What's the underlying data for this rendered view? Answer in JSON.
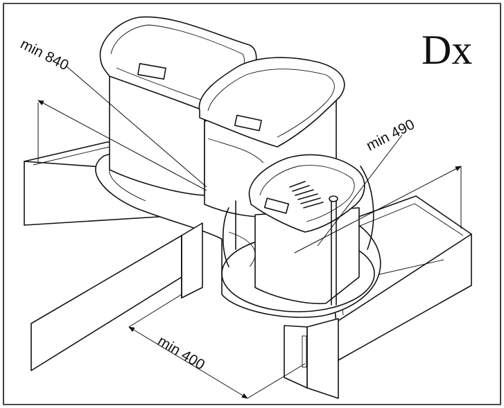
{
  "diagram": {
    "side_mark": "Dx",
    "dimensions": [
      {
        "id": "depth",
        "text": "min 840"
      },
      {
        "id": "height",
        "text": "min 490"
      },
      {
        "id": "opening",
        "text": "min 400"
      }
    ]
  }
}
